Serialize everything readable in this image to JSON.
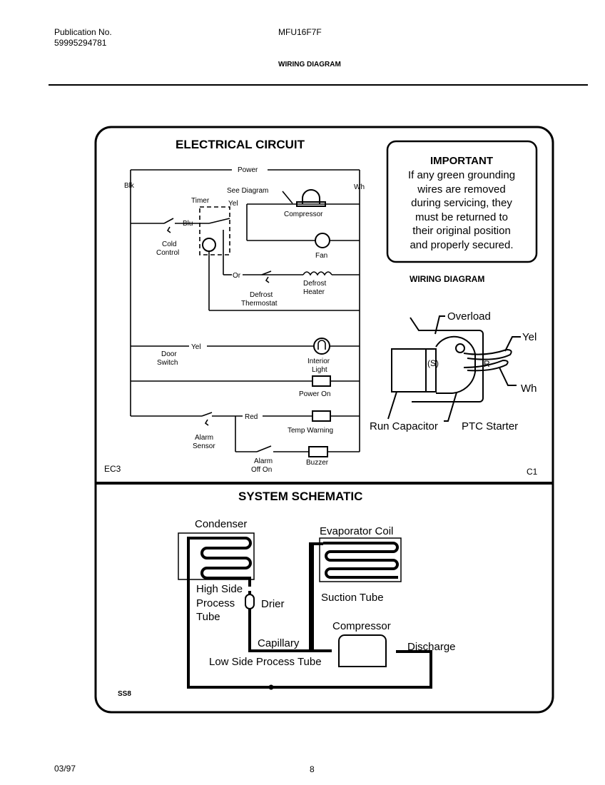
{
  "header": {
    "publication_label": "Publication No.",
    "publication_number": "59995294781",
    "model": "MFU16F7F",
    "title": "WIRING DIAGRAM"
  },
  "electrical_circuit": {
    "title": "ELECTRICAL CIRCUIT",
    "labels": {
      "power": "Power",
      "blk": "Blk",
      "wh": "Wh",
      "see_diagram": "See Diagram",
      "timer": "Timer",
      "yel": "Yel",
      "compressor": "Compressor",
      "blu": "Blu",
      "cold_control_1": "Cold",
      "cold_control_2": "Control",
      "fan": "Fan",
      "or": "Or",
      "defrost_heater_1": "Defrost",
      "defrost_heater_2": "Heater",
      "defrost_thermostat_1": "Defrost",
      "defrost_thermostat_2": "Thermostat",
      "door_yel": "Yel",
      "door_switch_1": "Door",
      "door_switch_2": "Switch",
      "interior_light_1": "Interior",
      "interior_light_2": "Light",
      "power_on": "Power On",
      "red": "Red",
      "temp_warning": "Temp Warning",
      "alarm_sensor_1": "Alarm",
      "alarm_sensor_2": "Sensor",
      "alarm_off_on_1": "Alarm",
      "alarm_off_on_2": "Off On",
      "buzzer": "Buzzer",
      "code_left": "EC3",
      "code_right": "C1"
    }
  },
  "important": {
    "title": "IMPORTANT",
    "lines": [
      "If any green grounding",
      "wires are removed",
      "during servicing, they",
      "must be returned to",
      "their original position",
      "and properly secured."
    ]
  },
  "wiring_diagram": {
    "title": "WIRING DIAGRAM",
    "labels": {
      "overload": "Overload",
      "yel": "Yel",
      "wh": "Wh",
      "s": "(S)",
      "r": "R",
      "run_capacitor": "Run Capacitor",
      "ptc_starter": "PTC Starter"
    }
  },
  "system_schematic": {
    "title": "SYSTEM SCHEMATIC",
    "labels": {
      "condenser": "Condenser",
      "evaporator_coil": "Evaporator Coil",
      "high_side_1": "High Side",
      "high_side_2": "Process",
      "high_side_3": "Tube",
      "drier": "Drier",
      "suction_tube": "Suction Tube",
      "compressor": "Compressor",
      "capillary": "Capillary",
      "discharge": "Discharge",
      "low_side": "Low Side Process Tube",
      "code": "SS8"
    }
  },
  "footer": {
    "date": "03/97",
    "page": "8"
  }
}
